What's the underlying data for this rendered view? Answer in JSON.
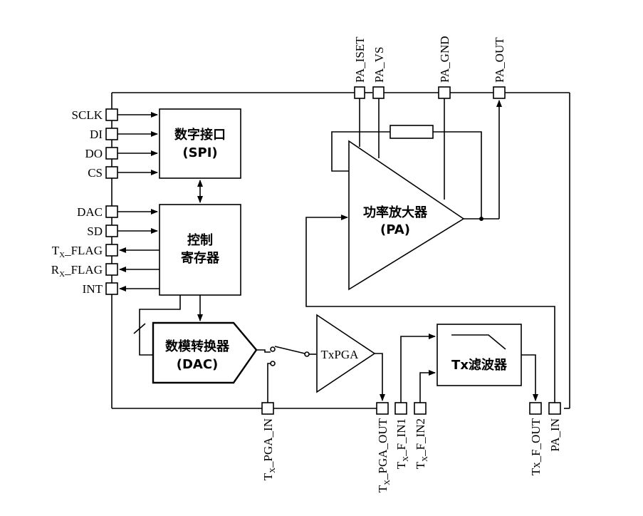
{
  "pins_left": {
    "sclk": "SCLK",
    "di": "DI",
    "do": "DO",
    "cs": "CS",
    "dac": "DAC",
    "sd": "SD",
    "tx_flag_t": "T",
    "tx_flag_x": "X",
    "tx_flag_rest": "_FLAG",
    "rx_flag_r": "R",
    "rx_flag_x": "X",
    "rx_flag_rest": "_FLAG",
    "int": "INT"
  },
  "pins_top": {
    "pa_iset": "PA_ISET",
    "pa_vs": "PA_VS",
    "pa_gnd": "PA_GND",
    "pa_out": "PA_OUT"
  },
  "pins_bottom": {
    "tx_pga_in_t": "T",
    "tx_pga_in_x": "X",
    "tx_pga_in_rest": "_PGA_IN",
    "tx_pga_out_t": "T",
    "tx_pga_out_x": "X",
    "tx_pga_out_rest": "_PGA_OUT",
    "tx_f_in1_t": "T",
    "tx_f_in1_x": "X",
    "tx_f_in1_rest": "_F_IN1",
    "tx_f_in2_t": "T",
    "tx_f_in2_x": "X",
    "tx_f_in2_rest": "_F_IN2",
    "tx_f_out": "Tx_F_OUT",
    "pa_in": "PA_IN"
  },
  "blocks": {
    "spi_line1": "数字接口",
    "spi_line2": "(SPI)",
    "reg_line1": "控制",
    "reg_line2": "寄存器",
    "dac_line1": "数模转换器",
    "dac_line2": "(DAC)",
    "pga": "TxPGA",
    "filter": "Tx滤波器",
    "pa_line1": "功率放大器",
    "pa_line2": "(PA)"
  }
}
